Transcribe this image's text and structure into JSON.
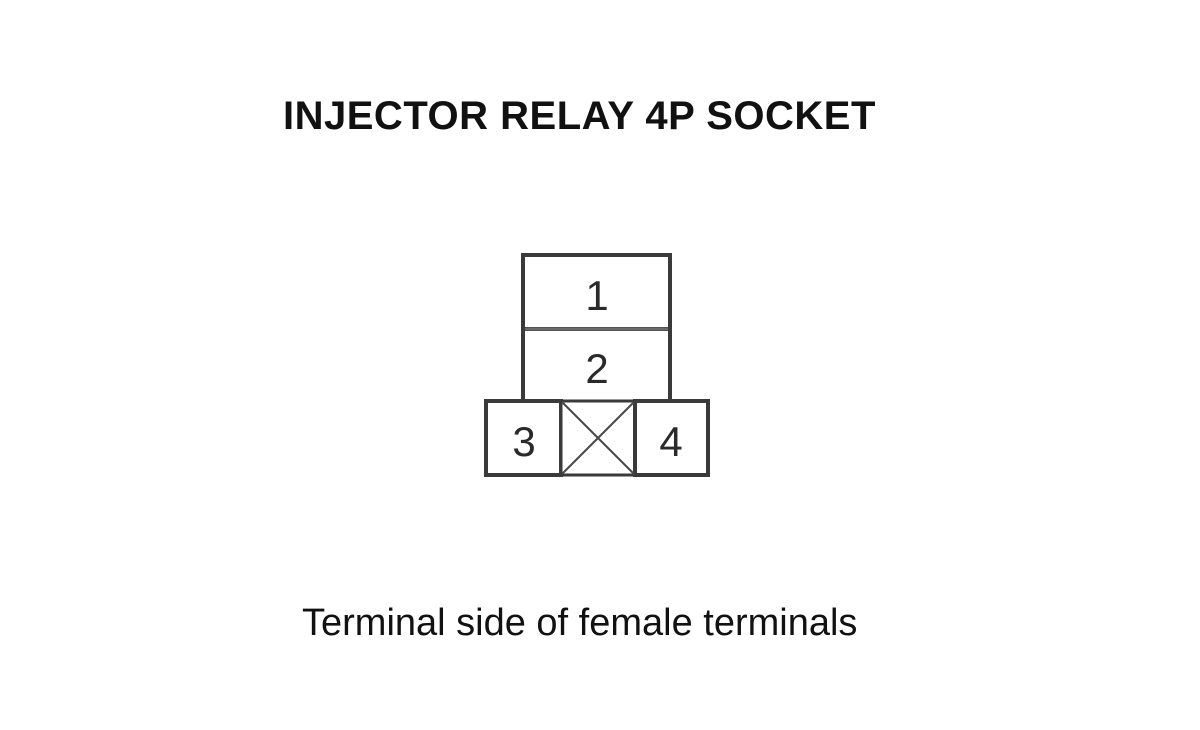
{
  "title": "INJECTOR RELAY 4P SOCKET",
  "caption": "Terminal side of female terminals",
  "connector": {
    "terminals": [
      "1",
      "2",
      "3",
      "4"
    ],
    "blank_cavity": "X"
  }
}
